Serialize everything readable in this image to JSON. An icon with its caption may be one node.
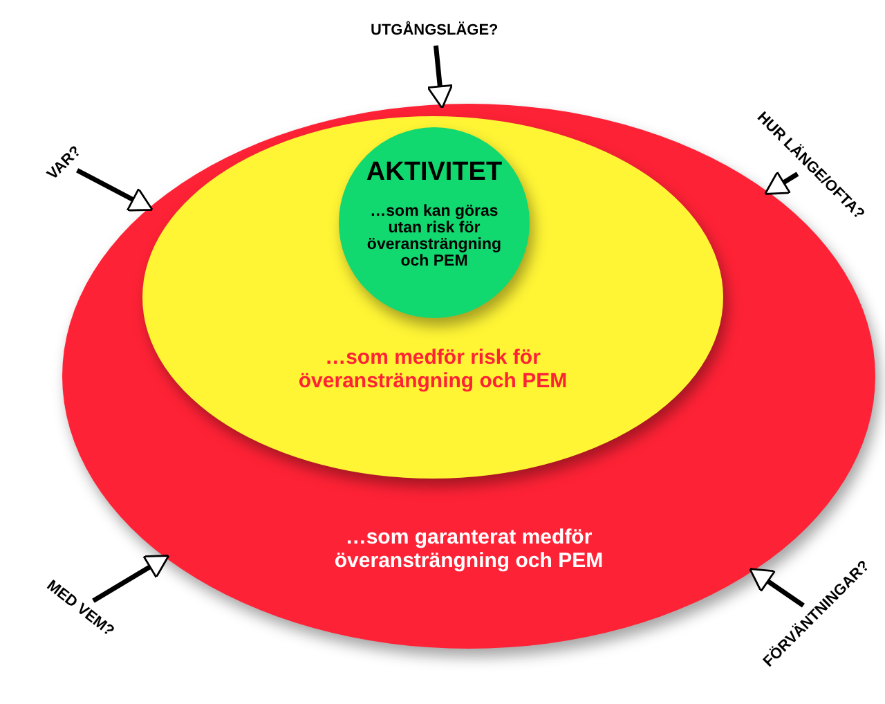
{
  "diagram": {
    "nodes": [
      {
        "text": [
          "…som garanterat medför överansträngning och PEM"
        ]
      },
      {
        "text": [
          "…som medför risk för överansträngning och PEM"
        ],
        "in": 0
      },
      {
        "text": [
          "AKTIVITET",
          "…som kan göras utan risk för överansträngning och PEM"
        ],
        "in": 1
      },
      {
        "text": [
          "UTGÅNGSLÄGE?"
        ]
      },
      {
        "text": [
          "VAR?"
        ]
      },
      {
        "text": [
          "HUR LÄNGE/OFTA?"
        ]
      },
      {
        "text": [
          "MED VEM?"
        ]
      },
      {
        "text": [
          "FÖRVÄNTNINGAR?"
        ]
      }
    ],
    "edges": [
      {
        "from": 3,
        "to": 0,
        "arrow": "to"
      },
      {
        "from": 4,
        "to": 0,
        "arrow": "to"
      },
      {
        "from": 5,
        "to": 0,
        "arrow": "to"
      },
      {
        "from": 6,
        "to": 0,
        "arrow": "to"
      },
      {
        "from": 7,
        "to": 0,
        "arrow": "to"
      }
    ]
  }
}
